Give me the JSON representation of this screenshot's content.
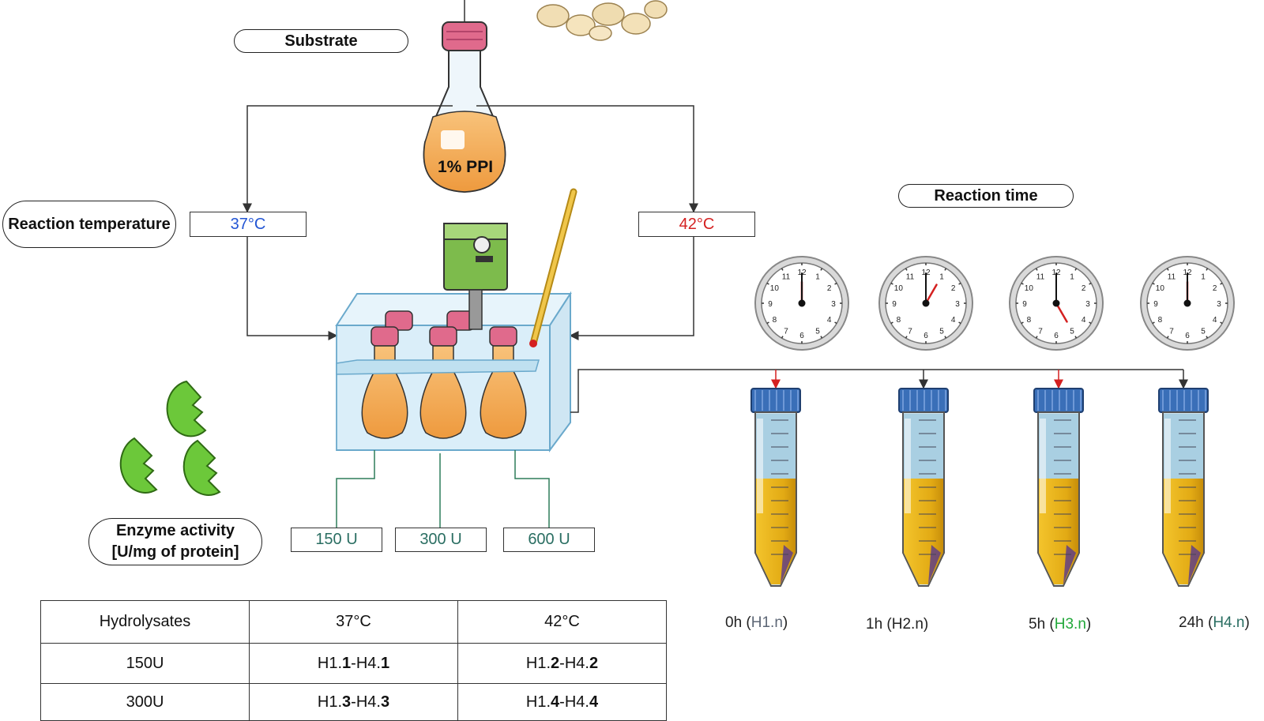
{
  "labels": {
    "substrate": "Substrate",
    "flask_label": "1% PPI",
    "reaction_temperature": "Reaction temperature",
    "reaction_time": "Reaction time",
    "enzyme_activity_line1": "Enzyme activity",
    "enzyme_activity_line2": "[U/mg of protein]"
  },
  "temperatures": {
    "low": "37°C",
    "high": "42°C"
  },
  "enzyme_units": [
    "150 U",
    "300 U",
    "600 U"
  ],
  "time_points": [
    {
      "time": "0h",
      "code": "H1.n",
      "clock_hour": 12,
      "clock_minute": 0
    },
    {
      "time": "1h",
      "code": "H2.n",
      "clock_hour": 1,
      "clock_minute": 0
    },
    {
      "time": "5h",
      "code": "H3.n",
      "clock_hour": 5,
      "clock_minute": 0
    },
    {
      "time": "24h",
      "code": "H4.n",
      "clock_hour": 12,
      "clock_minute": 0
    }
  ],
  "table": {
    "header": [
      "Hydrolysates",
      "37°C",
      "42°C"
    ],
    "rows": [
      {
        "label": "150U",
        "c1_pre": "H1.",
        "c1_b1": "1",
        "c1_mid": "-H4.",
        "c1_b2": "1",
        "c2_pre": "H1.",
        "c2_b1": "2",
        "c2_mid": "-H4.",
        "c2_b2": "2"
      },
      {
        "label": "300U",
        "c1_pre": "H1.",
        "c1_b1": "3",
        "c1_mid": "-H4.",
        "c1_b2": "3",
        "c2_pre": "H1.",
        "c2_b1": "4",
        "c2_mid": "-H4.",
        "c2_b2": "4"
      }
    ]
  },
  "colors": {
    "blue": "#2255d4",
    "red": "#d42020",
    "green": "#2e8b2e",
    "teal": "#2a6e62",
    "orange_liquid": "#f2a94e",
    "tube_yellow": "#eab41c",
    "tube_cap": "#3a6fb8",
    "enzyme_green": "#6cc83a",
    "bath_blue": "#cfe9f7",
    "cap_pink": "#e06a8c"
  }
}
